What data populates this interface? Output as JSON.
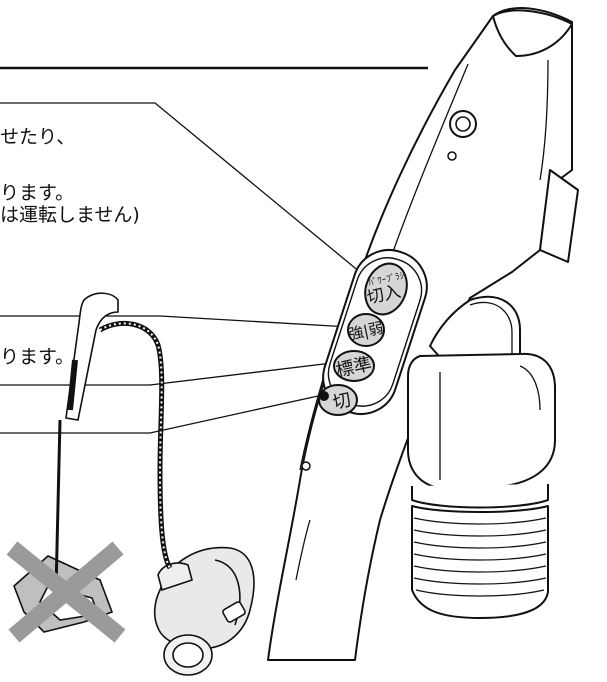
{
  "text_lines": {
    "line1": "せたり、",
    "line2": "ります。",
    "line3": "は運転しません)",
    "line4": "ります。"
  },
  "buttons": {
    "power_brush": {
      "top": "ﾊﾟﾜｰﾌﾞﾗｼ",
      "bottom": "切入"
    },
    "strong_weak": "強|弱",
    "standard": "標準",
    "off": "切"
  },
  "prohibited_mark": {
    "icon": "x-mark",
    "color": "#9a9a9a"
  },
  "colors": {
    "button_fill": "#d6d6d6",
    "line": "#111111"
  }
}
